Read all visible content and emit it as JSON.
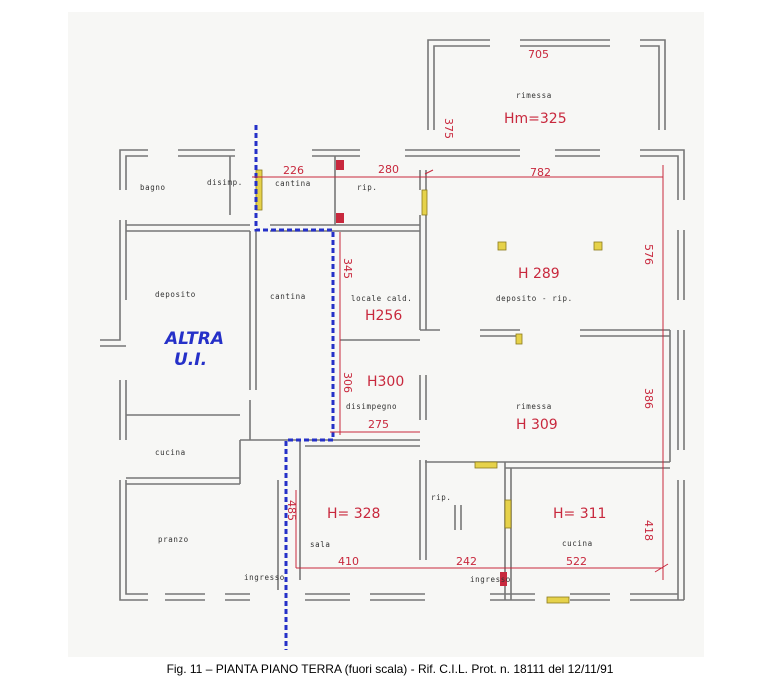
{
  "caption": "Fig. 11 – PIANTA PIANO TERRA (fuori scala) - Rif. C.I.L. Prot. n. 18111 del 12/11/91",
  "rooms": {
    "rimessa_top": "rimessa",
    "bagno": "bagno",
    "disimp": "disimp.",
    "cantina_top": "cantina",
    "rip_top": "rip.",
    "deposito_left": "deposito",
    "cantina_mid": "cantina",
    "locale_cald": "locale cald.",
    "deposito_rip": "deposito - rip.",
    "disimpegno": "disimpegno",
    "rimessa_mid": "rimessa",
    "cucina_left": "cucina",
    "pranzo": "pranzo",
    "sala": "sala",
    "rip_bottom": "rip.",
    "cucina_right": "cucina",
    "ingresso_left": "ingresso",
    "ingresso_right": "ingresso"
  },
  "dimensions": {
    "d705": "705",
    "d375": "375",
    "hm325": "Hm=325",
    "d226": "226",
    "d280": "280",
    "d782": "782",
    "d576": "576",
    "h289": "H 289",
    "d345": "345",
    "h256": "H256",
    "d306": "306",
    "h300": "H300",
    "d275": "275",
    "d386": "386",
    "h309": "H 309",
    "d485": "485",
    "h328": "H= 328",
    "d410": "410",
    "d242": "242",
    "h311": "H= 311",
    "d522": "522",
    "d418": "418"
  },
  "annotation": {
    "line1": "ALTRA",
    "line2": "U.I."
  },
  "colors": {
    "paper": "#f7f7f5",
    "wall": "#777777",
    "dimension_red": "#c8283d",
    "blue_marker": "#2530c8",
    "yellow_fill": "#e6d24a"
  }
}
